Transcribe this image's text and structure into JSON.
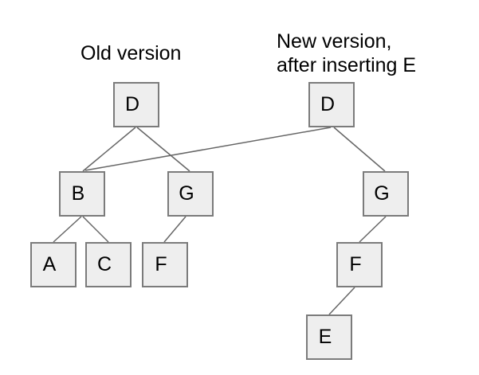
{
  "titles": {
    "old": "Old version",
    "new_line1": "New version,",
    "new_line2": "after inserting E"
  },
  "nodes": {
    "old_d": "D",
    "old_b": "B",
    "old_g": "G",
    "old_a": "A",
    "old_c": "C",
    "old_f": "F",
    "new_d": "D",
    "new_g": "G",
    "new_f": "F",
    "new_e": "E"
  },
  "edges": [
    {
      "from": "old_d",
      "to": "old_b"
    },
    {
      "from": "old_d",
      "to": "old_g"
    },
    {
      "from": "old_b",
      "to": "old_a"
    },
    {
      "from": "old_b",
      "to": "old_c"
    },
    {
      "from": "old_g",
      "to": "old_f"
    },
    {
      "from": "new_d",
      "to": "old_b"
    },
    {
      "from": "new_d",
      "to": "new_g"
    },
    {
      "from": "new_g",
      "to": "new_f"
    },
    {
      "from": "new_f",
      "to": "new_e"
    }
  ],
  "colors": {
    "background": "#ffffff",
    "node_fill": "#eeeeee",
    "node_border": "#7b7b7b",
    "edge": "#666666",
    "text": "#000000"
  }
}
